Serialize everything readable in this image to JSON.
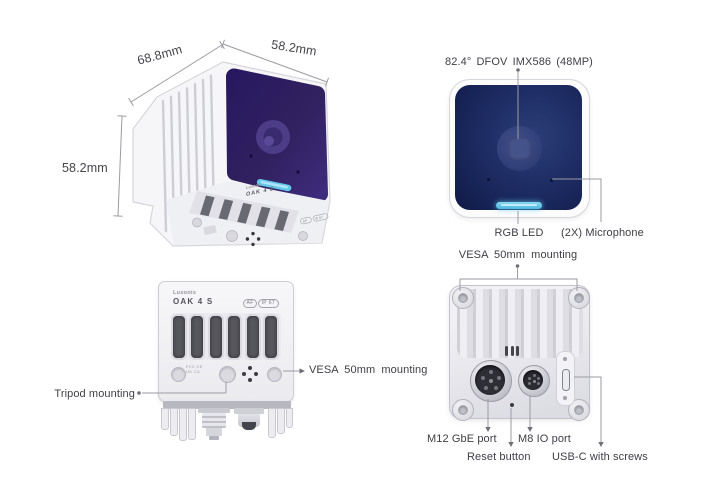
{
  "colors": {
    "background": "#ffffff",
    "label_text": "#3e3e46",
    "leader_line": "#9b9ba3",
    "led_cyan": "#5ec6e8",
    "front_face_navy": "#1d2c63",
    "iso_face_purple": "#34246b",
    "device_body_gray": "#f3f3f6"
  },
  "iso_view": {
    "dim_width_label": "68.8mm",
    "dim_depth_label": "58.2mm",
    "dim_height_label": "58.2mm",
    "base_brand": "Luxonis",
    "base_model": "OAK 4 S",
    "base_badge_af": "AF",
    "base_badge_ip": "IP 67"
  },
  "front_view": {
    "sensor_label": "82.4° DFOV IMX586 (48MP)",
    "led_label": "RGB LED",
    "mic_label": "(2X) Microphone"
  },
  "bottom_view": {
    "brand": "Luxonis",
    "model": "OAK 4 S",
    "badge_af": "AF",
    "badge_ip": "IP 67",
    "markings": "FCC CE\nUK CA",
    "tripod_label": "Tripod mounting",
    "vesa_label": "VESA 50mm mounting"
  },
  "back_view": {
    "vesa_label": "VESA 50mm mounting",
    "m12_label": "M12 GbE port",
    "reset_label": "Reset button",
    "m8_label": "M8 IO port",
    "usbc_label": "USB-C with screws"
  }
}
